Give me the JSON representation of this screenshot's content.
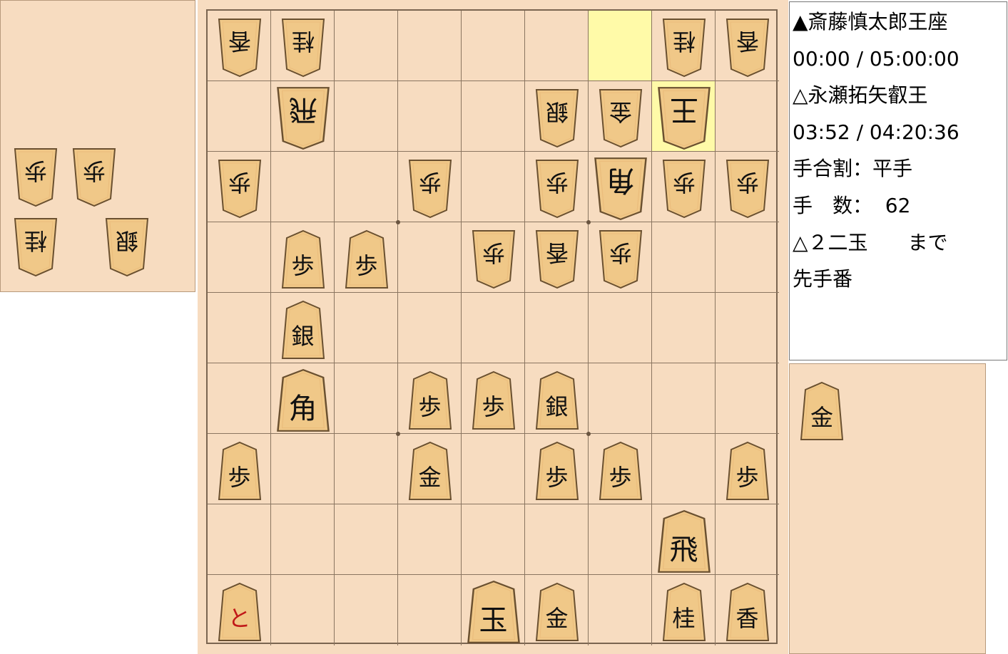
{
  "game_info": {
    "sente_player": "▲斎藤慎太郎王座",
    "sente_time": "00:00 / 05:00:00",
    "gote_player": "△永瀬拓矢叡王",
    "gote_time": "03:52 / 04:20:36",
    "handicap": "手合割：平手",
    "move_count": "手　数：  62",
    "last_move": "△２二玉　　まで",
    "turn": "先手番"
  },
  "colors": {
    "board": "#f7dcc0",
    "highlight": "#fffaa8",
    "piece_face": "#f0c888",
    "piece_edge": "#6a5030"
  },
  "highlighted_squares": [
    [
      0,
      6
    ],
    [
      1,
      7
    ]
  ],
  "board": [
    [
      {
        "c": "香",
        "o": "gote"
      },
      {
        "c": "桂",
        "o": "gote"
      },
      null,
      null,
      null,
      null,
      null,
      {
        "c": "桂",
        "o": "gote"
      },
      {
        "c": "香",
        "o": "gote"
      }
    ],
    [
      null,
      {
        "c": "飛",
        "o": "gote"
      },
      null,
      null,
      null,
      {
        "c": "銀",
        "o": "gote"
      },
      {
        "c": "金",
        "o": "gote"
      },
      {
        "c": "王",
        "o": "gote"
      },
      null
    ],
    [
      {
        "c": "歩",
        "o": "gote"
      },
      null,
      null,
      {
        "c": "歩",
        "o": "gote"
      },
      null,
      {
        "c": "歩",
        "o": "gote"
      },
      {
        "c": "角",
        "o": "gote"
      },
      {
        "c": "歩",
        "o": "gote"
      },
      {
        "c": "歩",
        "o": "gote"
      }
    ],
    [
      null,
      {
        "c": "歩",
        "o": "sente"
      },
      {
        "c": "歩",
        "o": "sente"
      },
      null,
      {
        "c": "歩",
        "o": "gote"
      },
      {
        "c": "香",
        "o": "gote"
      },
      {
        "c": "歩",
        "o": "gote"
      },
      null,
      null
    ],
    [
      null,
      {
        "c": "銀",
        "o": "sente"
      },
      null,
      null,
      null,
      null,
      null,
      null,
      null
    ],
    [
      null,
      {
        "c": "角",
        "o": "sente"
      },
      null,
      {
        "c": "歩",
        "o": "sente"
      },
      {
        "c": "歩",
        "o": "sente"
      },
      {
        "c": "銀",
        "o": "sente"
      },
      null,
      null,
      null
    ],
    [
      {
        "c": "歩",
        "o": "sente"
      },
      null,
      null,
      {
        "c": "金",
        "o": "sente"
      },
      null,
      {
        "c": "歩",
        "o": "sente"
      },
      {
        "c": "歩",
        "o": "sente"
      },
      null,
      {
        "c": "歩",
        "o": "sente"
      }
    ],
    [
      null,
      null,
      null,
      null,
      null,
      null,
      null,
      {
        "c": "飛",
        "o": "sente"
      },
      null
    ],
    [
      {
        "c": "と",
        "o": "sente",
        "promoted": true
      },
      null,
      null,
      null,
      {
        "c": "玉",
        "o": "sente"
      },
      {
        "c": "金",
        "o": "sente"
      },
      null,
      {
        "c": "桂",
        "o": "sente"
      },
      {
        "c": "香",
        "o": "sente"
      }
    ]
  ],
  "gote_hand": [
    {
      "c": "歩"
    },
    {
      "c": "歩"
    },
    {
      "c": "桂"
    },
    {
      "c": "銀"
    }
  ],
  "sente_hand": [
    {
      "c": "金"
    }
  ]
}
